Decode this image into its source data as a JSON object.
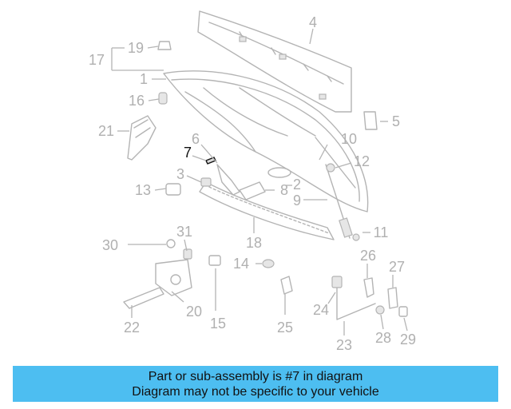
{
  "diagram": {
    "callouts": [
      "1",
      "2",
      "3",
      "4",
      "5",
      "6",
      "7",
      "8",
      "9",
      "10",
      "11",
      "12",
      "13",
      "14",
      "15",
      "16",
      "17",
      "18",
      "19",
      "20",
      "21",
      "22",
      "23",
      "24",
      "25",
      "26",
      "27",
      "28",
      "29",
      "30",
      "31"
    ],
    "highlighted": "7",
    "colors": {
      "line": "#b4b4b4",
      "label": "#b0b0b0",
      "highlight": "#111111"
    }
  },
  "info_bar": {
    "line1": "Part or sub-assembly is #7 in diagram",
    "line2": "Diagram may not be specific to your vehicle",
    "background": "#4dbef1"
  }
}
